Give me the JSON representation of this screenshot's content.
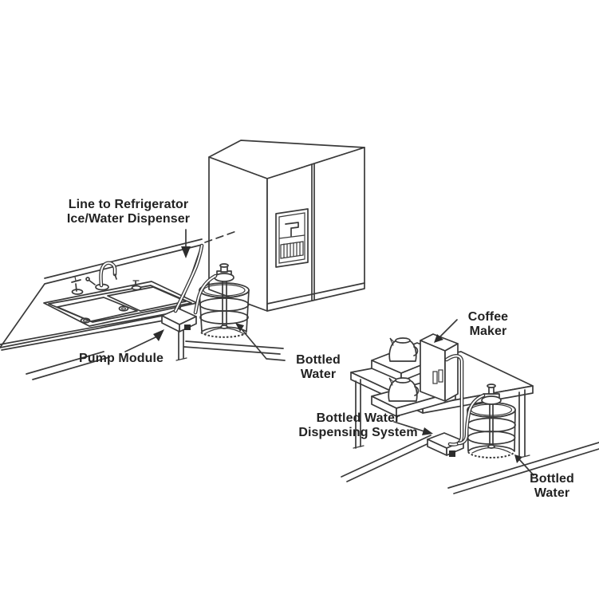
{
  "canvas": {
    "background": "#ffffff",
    "line_color": "#3a3a3a",
    "text_color": "#222222",
    "description": "Isometric line-art installation diagram of a bottled water dispensing pump system"
  },
  "labels": {
    "fridge_line": {
      "text": "Line to Refrigerator\nIce/Water Dispenser"
    },
    "pump_module": {
      "text": "Pump Module"
    },
    "bottled_water_left": {
      "text": "Bottled\nWater"
    },
    "coffee_maker": {
      "text": "Coffee\nMaker"
    },
    "dispensing_system": {
      "text": "Bottled Water\nDispensing System"
    },
    "bottled_water_right": {
      "text": "Bottled\nWater"
    }
  },
  "components": [
    "refrigerator-with-ice-water-dispenser",
    "kitchen-counter-with-double-sink",
    "faucet-and-sprayer",
    "pump-module-on-counter",
    "five-gallon-bottled-water-jug-left",
    "supply-line-to-refrigerator",
    "coffee-maker-on-table",
    "table-with-legs",
    "dispensing-pump-on-floor",
    "five-gallon-bottled-water-jug-right",
    "floor-edge-lines"
  ]
}
